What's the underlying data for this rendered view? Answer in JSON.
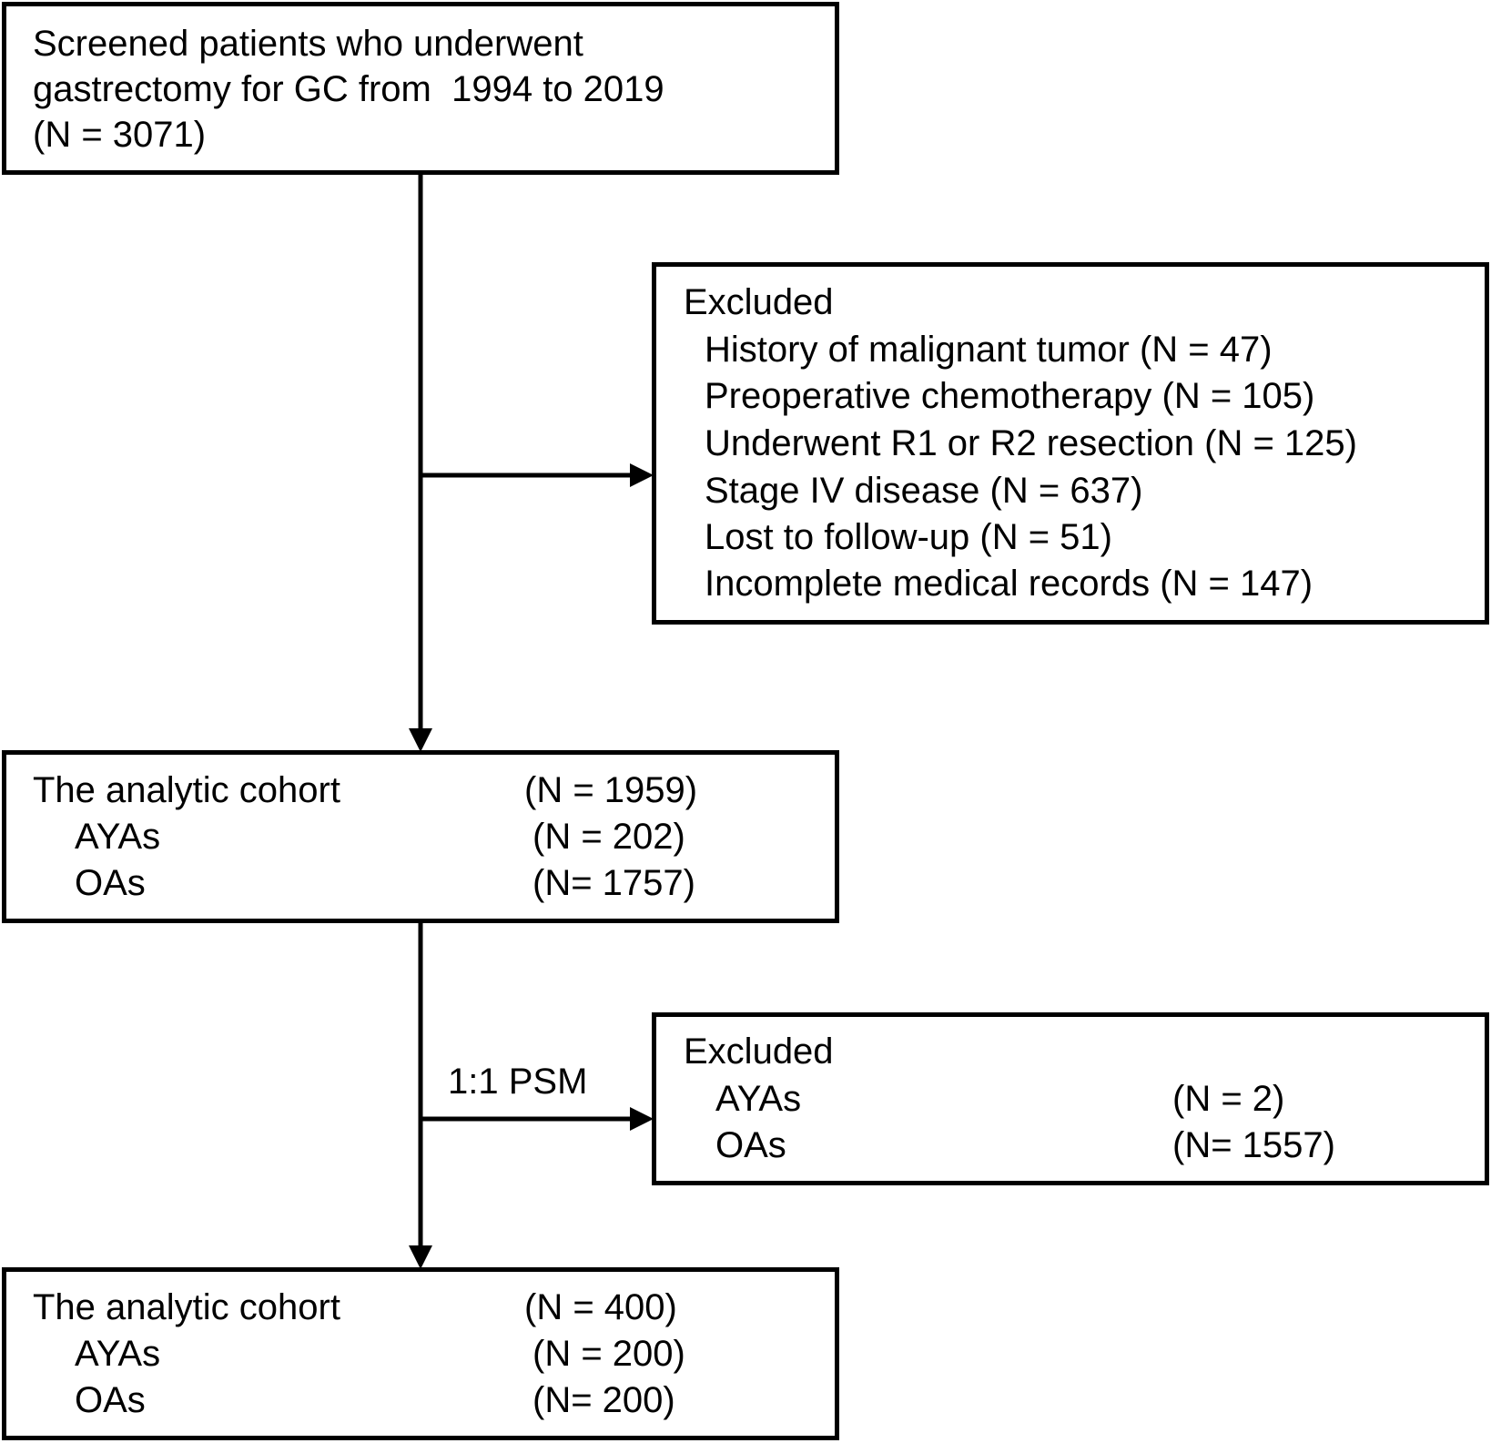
{
  "screening": {
    "line1": "Screened patients who underwent",
    "line2": "gastrectomy for GC from  1994 to 2019",
    "line3": "(N = 3071)"
  },
  "exclusion1": {
    "title": "Excluded",
    "items": [
      "History of malignant tumor (N = 47)",
      "Preoperative chemotherapy (N = 105)",
      "Underwent R1 or R2 resection (N = 125)",
      "Stage IV disease (N = 637)",
      "Lost to follow-up (N = 51)",
      "Incomplete medical records (N = 147)"
    ]
  },
  "cohort1": {
    "title": "The analytic cohort",
    "total": "(N = 1959)",
    "ayas_label": "AYAs",
    "ayas_n": "(N = 202)",
    "oas_label": "OAs",
    "oas_n": "(N= 1757)"
  },
  "psm_label": "1:1 PSM",
  "exclusion2": {
    "title": "Excluded",
    "ayas_label": "AYAs",
    "ayas_n": "(N = 2)",
    "oas_label": "OAs",
    "oas_n": "(N= 1557)"
  },
  "cohort2": {
    "title": "The analytic cohort",
    "total": "(N = 400)",
    "ayas_label": "AYAs",
    "ayas_n": "(N = 200)",
    "oas_label": "OAs",
    "oas_n": "(N= 200)"
  }
}
